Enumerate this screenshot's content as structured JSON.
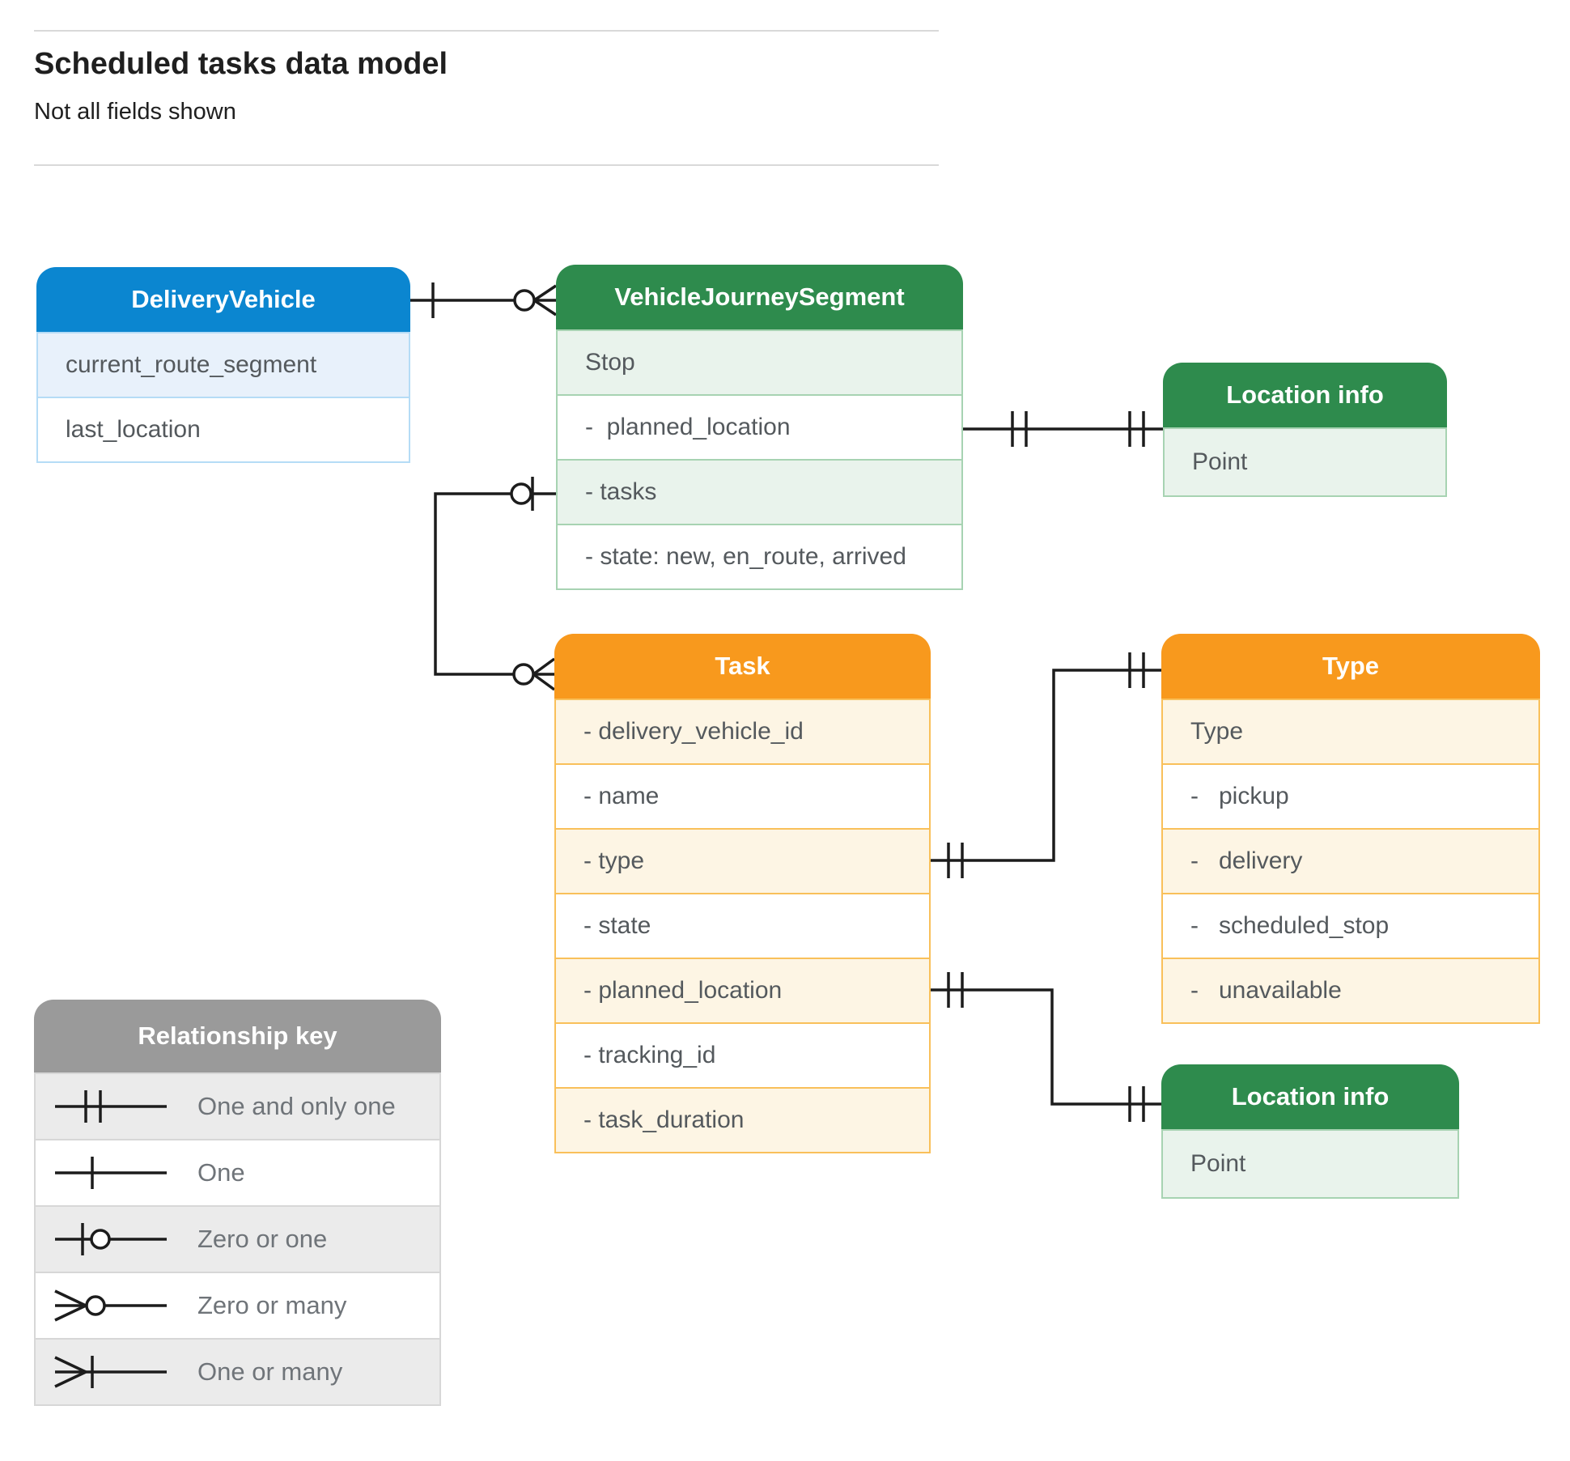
{
  "page": {
    "title": "Scheduled tasks data model",
    "subtitle": "Not all fields shown"
  },
  "entities": {
    "delivery_vehicle": {
      "title": "DeliveryVehicle",
      "rows": [
        "current_route_segment",
        "last_location"
      ]
    },
    "vehicle_journey_segment": {
      "title": "VehicleJourneySegment",
      "rows": [
        "Stop",
        "-  planned_location",
        "- tasks",
        "- state: new, en_route, arrived"
      ]
    },
    "location_info_segment": {
      "title": "Location info",
      "rows": [
        "Point"
      ]
    },
    "task": {
      "title": "Task",
      "rows": [
        "- delivery_vehicle_id",
        "- name",
        "- type",
        "- state",
        "- planned_location",
        "- tracking_id",
        "- task_duration"
      ]
    },
    "type": {
      "title": "Type",
      "rows": [
        "Type",
        "-   pickup",
        "-   delivery",
        "-   scheduled_stop",
        "-   unavailable"
      ]
    },
    "location_info_task": {
      "title": "Location info",
      "rows": [
        "Point"
      ]
    }
  },
  "legend": {
    "title": "Relationship key",
    "items": [
      {
        "symbol": "one-and-only-one",
        "label": "One and only one"
      },
      {
        "symbol": "one",
        "label": "One"
      },
      {
        "symbol": "zero-or-one",
        "label": "Zero or one"
      },
      {
        "symbol": "zero-or-many",
        "label": "Zero or many"
      },
      {
        "symbol": "one-or-many",
        "label": "One or many"
      }
    ]
  },
  "palette": {
    "blue_header": "#0b86d0",
    "blue_row_tint": "#e8f1fb",
    "green_header": "#2e8b4d",
    "green_row_tint": "#e9f3ec",
    "orange_header": "#f8991d",
    "orange_row_tint": "#fdf5e4",
    "gray_header": "#9a9a9a",
    "gray_row_tint": "#ebebeb",
    "connector_stroke": "#1c1c1c",
    "row_text": "#54595d",
    "title_text": "#1f1f1f"
  }
}
